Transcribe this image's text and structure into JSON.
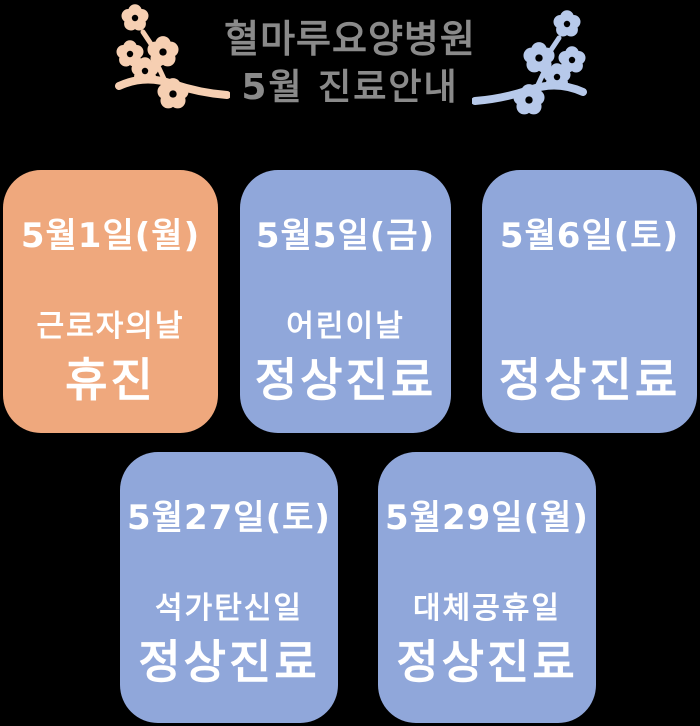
{
  "poster": {
    "background": "#000000",
    "title_line1": "혈마루요양병원",
    "title_line2": "5월 진료안내",
    "title_color": "#8a8a8a",
    "card_text_color": "#ffffff"
  },
  "decorations": {
    "left_blossom": {
      "name": "blossom-branch-left",
      "color": "#f6cfb2"
    },
    "right_blossom": {
      "name": "blossom-branch-right",
      "color": "#b7c9ea"
    }
  },
  "cards": [
    {
      "date": "5월1일(월)",
      "label": "근로자의날",
      "status": "휴진",
      "bg": "#efa87d"
    },
    {
      "date": "5월5일(금)",
      "label": "어린이날",
      "status": "정상진료",
      "bg": "#90a7da"
    },
    {
      "date": "5월6일(토)",
      "label": "",
      "status": "정상진료",
      "bg": "#90a7da"
    },
    {
      "date": "5월27일(토)",
      "label": "석가탄신일",
      "status": "정상진료",
      "bg": "#90a7da"
    },
    {
      "date": "5월29일(월)",
      "label": "대체공휴일",
      "status": "정상진료",
      "bg": "#90a7da"
    }
  ]
}
